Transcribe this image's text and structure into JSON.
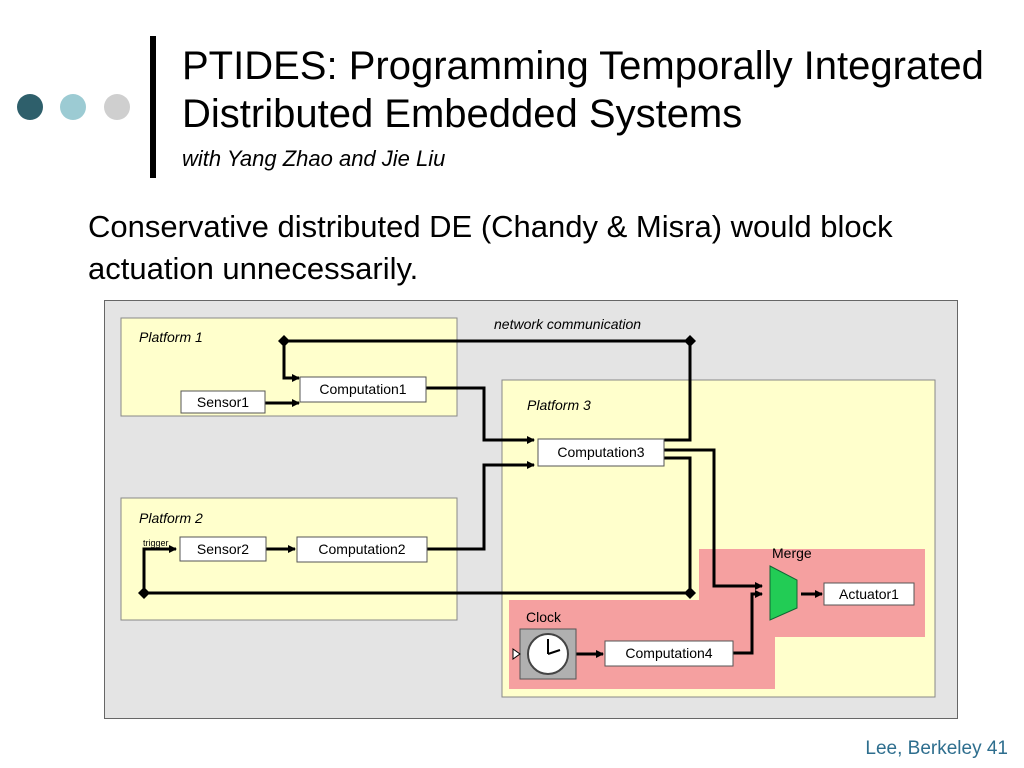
{
  "slide": {
    "title": "PTIDES: Programming Temporally Integrated Distributed Embedded Systems",
    "subtitle": "with Yang Zhao and Jie Liu",
    "body": "Conservative distributed DE (Chandy & Misra) would block actuation unnecessarily.",
    "footer": "Lee, Berkeley 41"
  },
  "colors": {
    "dot_dark": "#2E5F6B",
    "dot_mid": "#9CCBD3",
    "dot_light": "#CFCFCF",
    "footer": "#2E6E8E",
    "platform_fill": "#FFFFCC",
    "timing_region": "#F5A0A0",
    "merge_fill": "#22CC55",
    "diagram_bg": "#E4E4E4"
  },
  "diagram": {
    "network_label": "network communication",
    "platforms": {
      "p1": "Platform 1",
      "p2": "Platform 2",
      "p3": "Platform 3"
    },
    "actors": {
      "sensor1": "Sensor1",
      "computation1": "Computation1",
      "sensor2": "Sensor2",
      "computation2": "Computation2",
      "computation3": "Computation3",
      "computation4": "Computation4",
      "actuator1": "Actuator1",
      "merge": "Merge",
      "clock": "Clock"
    },
    "trigger_label": "trigger"
  }
}
